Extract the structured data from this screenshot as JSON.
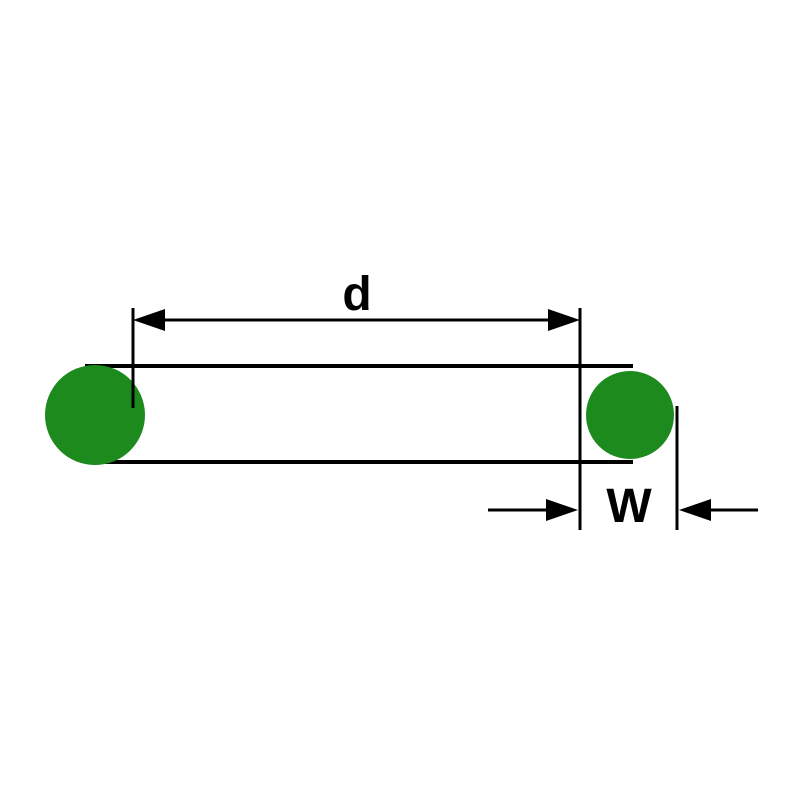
{
  "diagram": {
    "title": "o-ring-dimension-diagram",
    "labels": {
      "inner_diameter": "d",
      "cross_section_width": "W"
    },
    "colors": {
      "ring": "#1c8a1c",
      "line": "#000000",
      "background": "#ffffff"
    }
  }
}
